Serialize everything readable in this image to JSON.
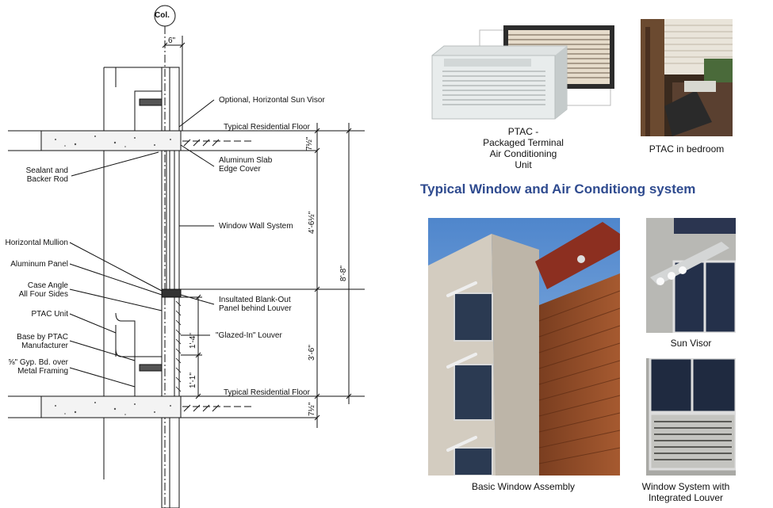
{
  "section": {
    "column_tag": "Col.",
    "dim_top": "6\"",
    "callouts": {
      "sun_visor": "Optional, Horizontal Sun Visor",
      "floor_top": "Typical Residential Floor",
      "sealant": "Sealant and\nBacker Rod",
      "slab_edge": "Aluminum Slab\nEdge Cover",
      "window_wall": "Window Wall System",
      "horiz_mullion": "Horizontal Mullion",
      "al_panel": "Aluminum Panel",
      "case_angle": "Case Angle\nAll Four Sides",
      "blank_out": "Insultated Blank-Out\nPanel behind Louver",
      "ptac_unit": "PTAC Unit",
      "glazed_louver": "\"Glazed-In\" Louver",
      "base_ptac": "Base by PTAC\nManufacturer",
      "gyp": "⅝\" Gyp. Bd. over\nMetal Framing",
      "floor_bottom": "Typical Residential Floor"
    },
    "dims": {
      "slab_top": "7½\"",
      "window_height": "4'-6½\"",
      "total_height": "8'-8\"",
      "louver_height": "1'-4\"",
      "lower_height": "3'-6\"",
      "sill_height": "1'-1\"",
      "slab_bottom": "7½\""
    }
  },
  "captions": {
    "ptac": "PTAC -\nPackaged Terminal\nAir Conditioning\nUnit",
    "bedroom": "PTAC in bedroom",
    "heading": "Typical Window and Air Conditiong system",
    "assembly": "Basic Window Assembly",
    "sun_visor": "Sun Visor",
    "integrated": "Window System with\nIntegrated Louver"
  },
  "colors": {
    "heading": "#2f4b8f",
    "wood": "#8a4a28",
    "concrete": "#c9c3b9",
    "sky": "#6f9fd6"
  }
}
